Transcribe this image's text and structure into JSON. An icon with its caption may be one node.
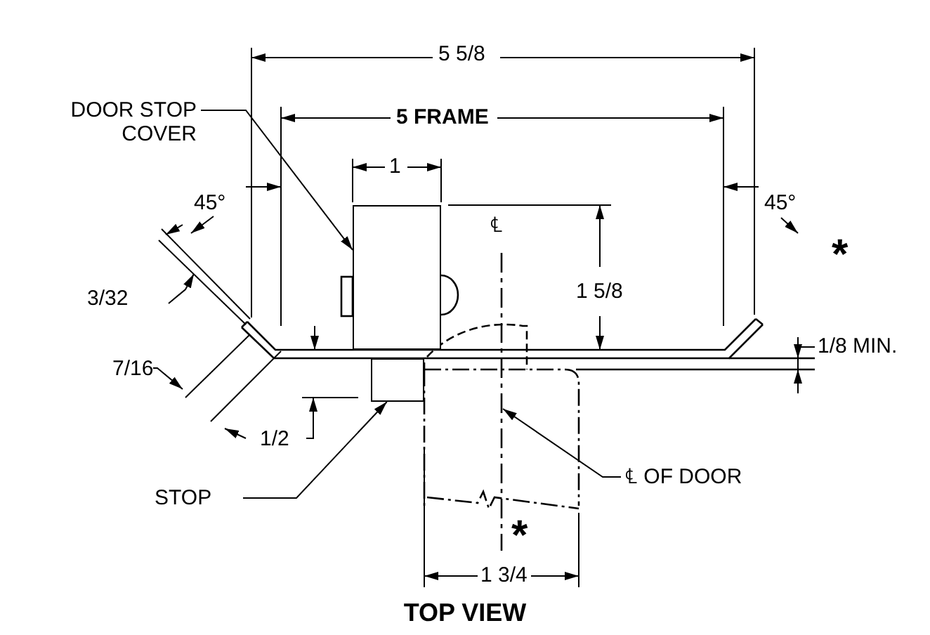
{
  "diagram": {
    "caption": "TOP VIEW",
    "nodes": [
      {
        "text": [
          "DOOR STOP COVER"
        ]
      },
      {
        "text": [],
        "shape": "box"
      },
      {
        "text": [
          "STOP"
        ]
      },
      {
        "text": [],
        "shape": "box"
      },
      {
        "text": [
          "℄ OF DOOR"
        ]
      }
    ],
    "edges": [
      {
        "from": 0,
        "to": 1,
        "arrow": "to"
      },
      {
        "from": 2,
        "to": 3,
        "arrow": "to"
      },
      {
        "from": 4,
        "to": null,
        "arrow": "to"
      }
    ],
    "labels": [
      "5 5/8",
      "5 FRAME",
      "1",
      "45°",
      "45°",
      "3/32",
      "1 5/8",
      "℄",
      "1/8 MIN.",
      "*",
      "7/16",
      "1/2",
      "*",
      "1 3/4"
    ]
  }
}
